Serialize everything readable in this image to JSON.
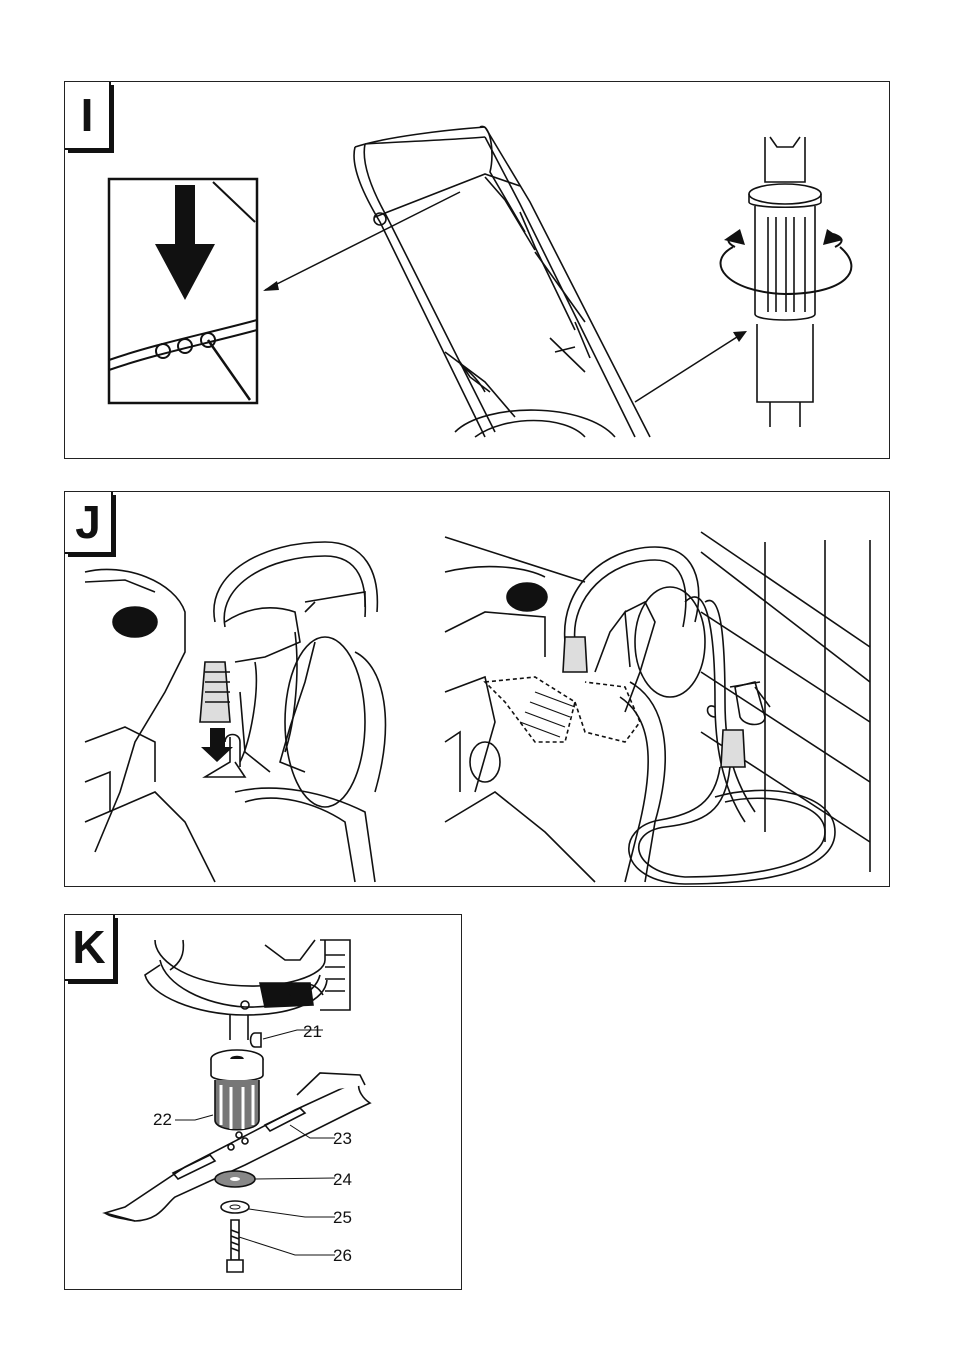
{
  "panels": {
    "I": {
      "label": "I"
    },
    "J": {
      "label": "J"
    },
    "K": {
      "label": "K",
      "callouts": [
        "21",
        "22",
        "23",
        "24",
        "25",
        "26"
      ]
    }
  }
}
